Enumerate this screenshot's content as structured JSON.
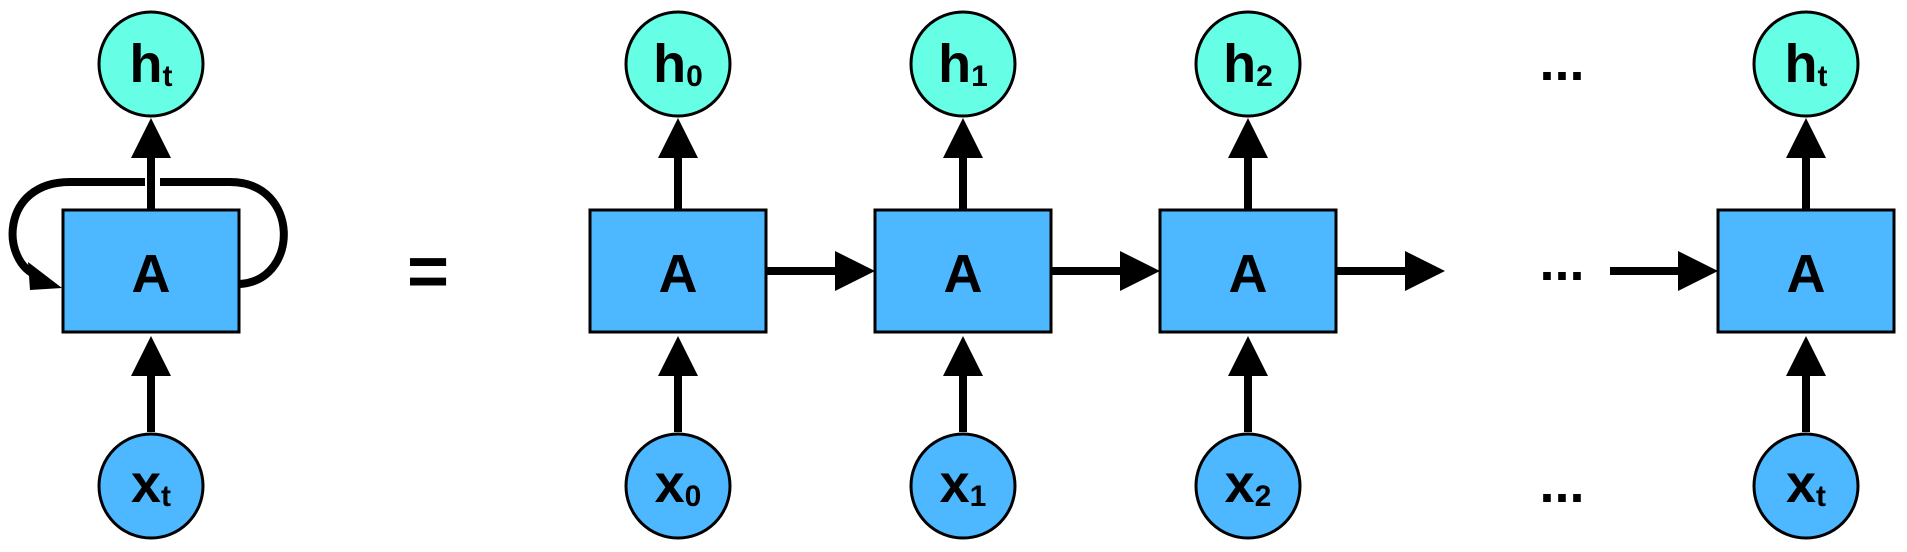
{
  "colors": {
    "cell_fill": "#4db8ff",
    "hidden_fill": "#66ffe6",
    "input_fill": "#4db8ff",
    "stroke": "#000000"
  },
  "folded": {
    "hidden": {
      "main": "h",
      "sub": "t"
    },
    "cell": "A",
    "input": {
      "main": "x",
      "sub": "t"
    }
  },
  "equals": "=",
  "unrolled": [
    {
      "hidden": {
        "main": "h",
        "sub": "0"
      },
      "cell": "A",
      "input": {
        "main": "x",
        "sub": "0"
      }
    },
    {
      "hidden": {
        "main": "h",
        "sub": "1"
      },
      "cell": "A",
      "input": {
        "main": "x",
        "sub": "1"
      }
    },
    {
      "hidden": {
        "main": "h",
        "sub": "2"
      },
      "cell": "A",
      "input": {
        "main": "x",
        "sub": "2"
      }
    },
    {
      "hidden": {
        "main": "h",
        "sub": "t"
      },
      "cell": "A",
      "input": {
        "main": "x",
        "sub": "t"
      }
    }
  ],
  "ellipsis": "..."
}
